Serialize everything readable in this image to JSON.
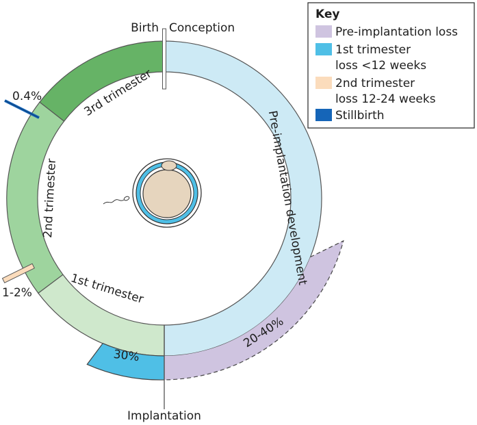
{
  "labels": {
    "birth": "Birth",
    "conception": "Conception",
    "implantation": "Implantation"
  },
  "phases": {
    "pre_implantation": "Pre-implantation development",
    "third_trimester": "3rd trimester",
    "second_trimester": "2nd trimester",
    "first_trimester": "1st trimester"
  },
  "losses": {
    "pre_implantation": "20-40%",
    "first_trimester": "30%",
    "second_trimester": "1-2%",
    "stillbirth": "0.4%"
  },
  "key": {
    "title": "Key",
    "items": [
      {
        "line1": "Pre-implantation loss",
        "line2": "",
        "color": "#cfc4e0"
      },
      {
        "line1": "1st trimester",
        "line2": "loss <12 weeks",
        "color": "#4fbfe6"
      },
      {
        "line1": "2nd trimester",
        "line2": "loss 12-24 weeks",
        "color": "#fbdcbc"
      },
      {
        "line1": "Stillbirth",
        "line2": "",
        "color": "#1565b8"
      }
    ]
  },
  "colors": {
    "pre_implantation_ring": "#cdeaf5",
    "third_trimester": "#66b366",
    "second_trimester": "#9ed49e",
    "first_trimester": "#cfe8cc",
    "pre_implantation_loss": "#cfc4e0",
    "first_trimester_loss": "#4fbfe6",
    "second_trimester_loss": "#fbdcbc",
    "stillbirth_loss": "#1565b8"
  }
}
